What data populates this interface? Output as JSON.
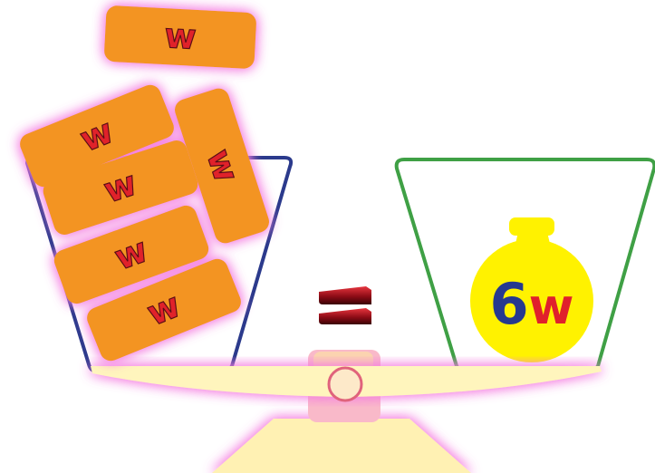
{
  "left_pan": {
    "tile_label": "w",
    "tile_count": 6
  },
  "relation_symbol": "=",
  "right_pan": {
    "weight_coefficient": "6",
    "weight_variable": "w"
  },
  "colors": {
    "tile_fill": "#f39422",
    "tile_glow": "#f7a2e6",
    "tile_text": "#e0202c",
    "left_pan_outline": "#2b3a8c",
    "right_pan_outline": "#3fa045",
    "beam_fill": "#fff5bd",
    "stand_fill": "#fff1b3",
    "weight_fill": "#fff200",
    "weight_number": "#26398f",
    "weight_variable": "#e0202c",
    "equals_fill": "#8e0c16"
  },
  "icons": [
    "tile-w",
    "counterweight",
    "equals-sign",
    "pivot-circle"
  ]
}
